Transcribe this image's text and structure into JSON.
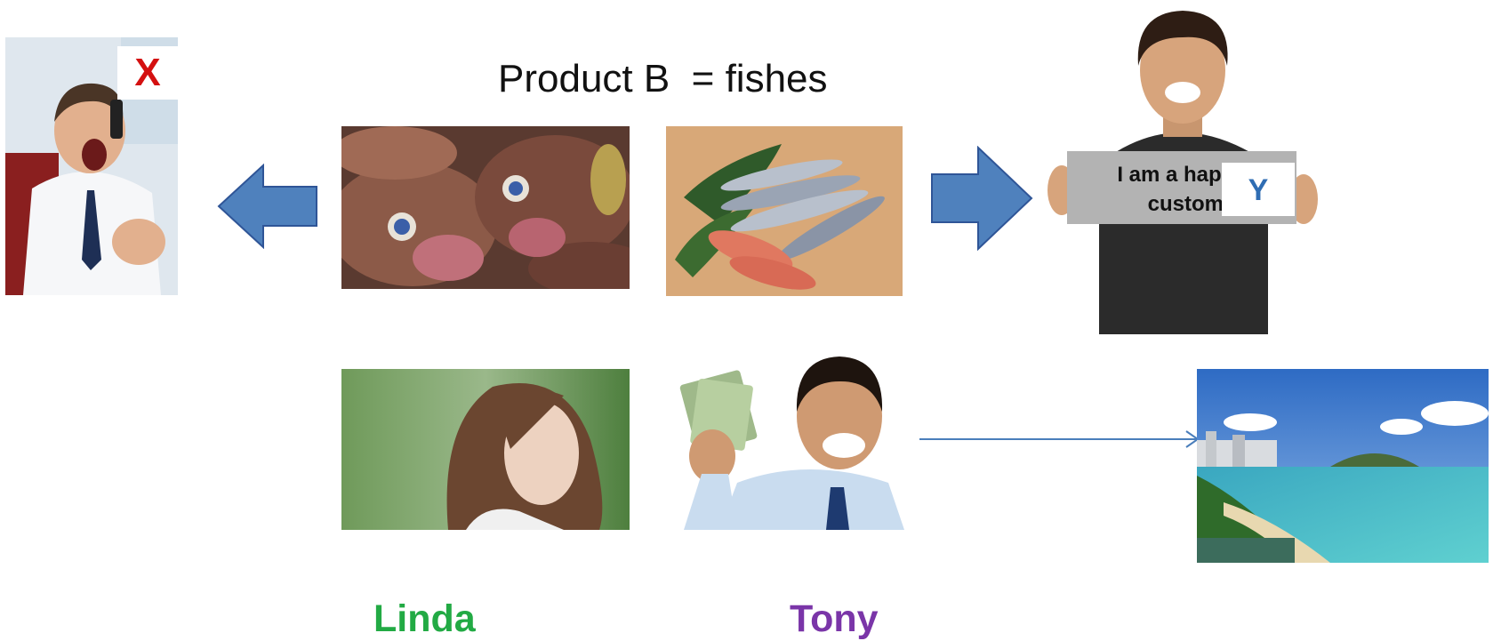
{
  "title": "Product B  = fishes",
  "names": {
    "linda": "Linda",
    "tony": "Tony"
  },
  "marks": {
    "x": "X",
    "y": "Y"
  },
  "sign": {
    "line1": "I am a hap",
    "line2": "custome"
  },
  "colors": {
    "linda": "#22aa44",
    "tony": "#7a35a8",
    "block_arrow": "#4f81bd",
    "block_arrow_border": "#2f5597",
    "line_arrow": "#4a7ebb",
    "x_mark": "#d41010",
    "y_mark": "#2f6db3"
  },
  "icons": {
    "left_arrow": "block-arrow-left-icon",
    "right_arrow": "block-arrow-right-icon",
    "thin_arrow": "thin-arrow-right-icon"
  }
}
